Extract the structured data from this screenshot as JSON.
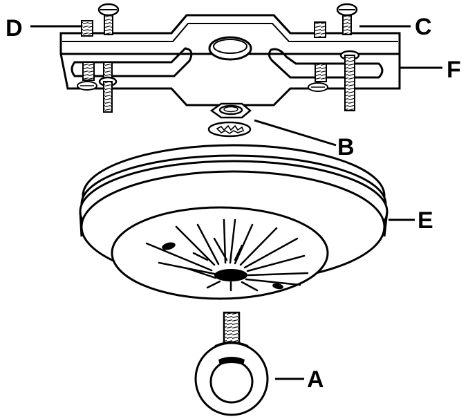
{
  "labels": {
    "a": "A",
    "b": "B",
    "c": "C",
    "d": "D",
    "e": "E",
    "f": "F"
  },
  "colors": {
    "ink": "#000000",
    "paper": "#ffffff"
  },
  "parts": [
    "crossbar-bracket",
    "lock-nut",
    "lock-washer",
    "canopy",
    "eye-bolt",
    "mounting-screw",
    "set-screw"
  ]
}
